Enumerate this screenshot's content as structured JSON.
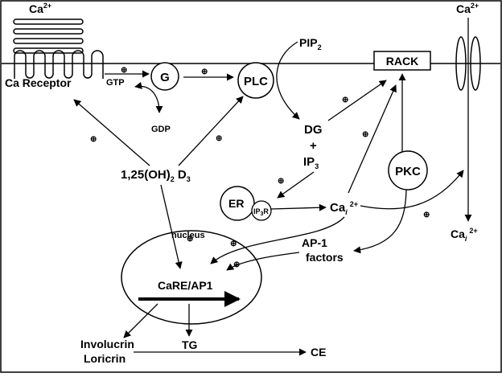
{
  "labels": {
    "ca_top_left": "Ca",
    "ca_top_right": "Ca",
    "ca_superscript": "2+",
    "ca_receptor": "Ca Receptor",
    "gtp": "GTP",
    "gdp": "GDP",
    "g": "G",
    "plc": "PLC",
    "pip2_main": "PIP",
    "pip2_sub": "2",
    "rack": "RACK",
    "dg": "DG",
    "plus_sign": "+",
    "ip3_main": "IP",
    "ip3_sub": "3",
    "vitd_1": "1,25(OH)",
    "vitd_sub": "2",
    "vitd_2": " D",
    "vitd_sub2": "3",
    "er": "ER",
    "ip3r": "IP",
    "ip3r_sub": "3",
    "ip3r_end": "R",
    "cai_main": "Ca",
    "cai_sub": "i",
    "cai_sup": "2+",
    "pkc": "PKC",
    "ap1_line1": "AP-1",
    "ap1_line2": "factors",
    "nucleus": "nucleus",
    "care": "CaRE/AP1",
    "involucrin": "Involucrin",
    "loricrin": "Loricrin",
    "tg": "TG",
    "ce": "CE",
    "stim_symbol": "⊕"
  }
}
